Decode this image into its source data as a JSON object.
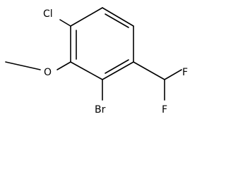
{
  "molecule": {
    "atoms": {
      "cl": "Cl",
      "o": "O",
      "br": "Br",
      "f_top": "F",
      "f_bottom": "F"
    }
  }
}
